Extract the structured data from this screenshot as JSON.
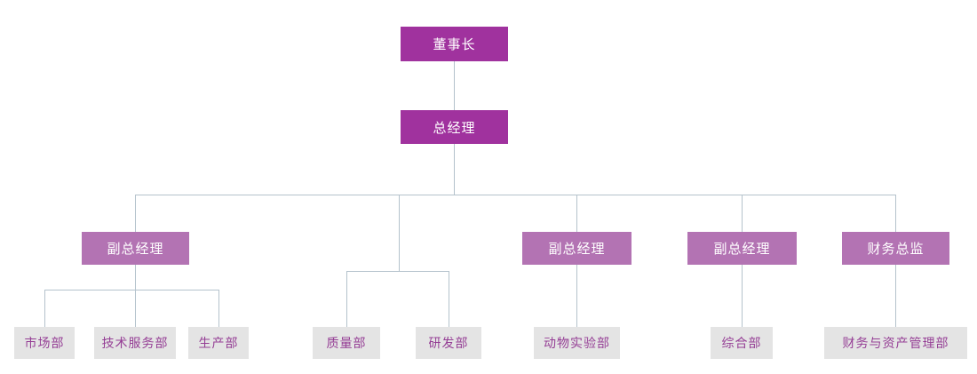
{
  "org_chart": {
    "type": "org-chart",
    "root": "chairman",
    "nodes": {
      "chairman": {
        "label": "董事长",
        "level": 1,
        "reports_to": null
      },
      "general_manager": {
        "label": "总经理",
        "level": 2,
        "reports_to": "chairman"
      },
      "deputy_gm_1": {
        "label": "副总经理",
        "level": 3,
        "reports_to": "general_manager"
      },
      "deputy_gm_2": {
        "label": "副总经理",
        "level": 3,
        "reports_to": "general_manager"
      },
      "deputy_gm_3": {
        "label": "副总经理",
        "level": 3,
        "reports_to": "general_manager"
      },
      "finance_director": {
        "label": "财务总监",
        "level": 3,
        "reports_to": "general_manager"
      },
      "marketing_dept": {
        "label": "市场部",
        "level": 4,
        "reports_to": "deputy_gm_1"
      },
      "tech_service_dept": {
        "label": "技术服务部",
        "level": 4,
        "reports_to": "deputy_gm_1"
      },
      "production_dept": {
        "label": "生产部",
        "level": 4,
        "reports_to": "deputy_gm_1"
      },
      "quality_dept": {
        "label": "质量部",
        "level": 4,
        "reports_to": "general_manager"
      },
      "rnd_dept": {
        "label": "研发部",
        "level": 4,
        "reports_to": "general_manager"
      },
      "animal_lab_dept": {
        "label": "动物实验部",
        "level": 4,
        "reports_to": "deputy_gm_2"
      },
      "general_affairs_dept": {
        "label": "综合部",
        "level": 4,
        "reports_to": "deputy_gm_3"
      },
      "finance_asset_dept": {
        "label": "财务与资产管理部",
        "level": 4,
        "reports_to": "finance_director"
      }
    }
  },
  "colors": {
    "level1_bg": "#A0329E",
    "level3_bg": "#B373B3",
    "level4_bg": "#E4E4E4",
    "level4_text": "#953E95",
    "connector": "#B4C2CC",
    "box_text": "#FFFFFF",
    "page_bg": "#FFFFFF"
  }
}
